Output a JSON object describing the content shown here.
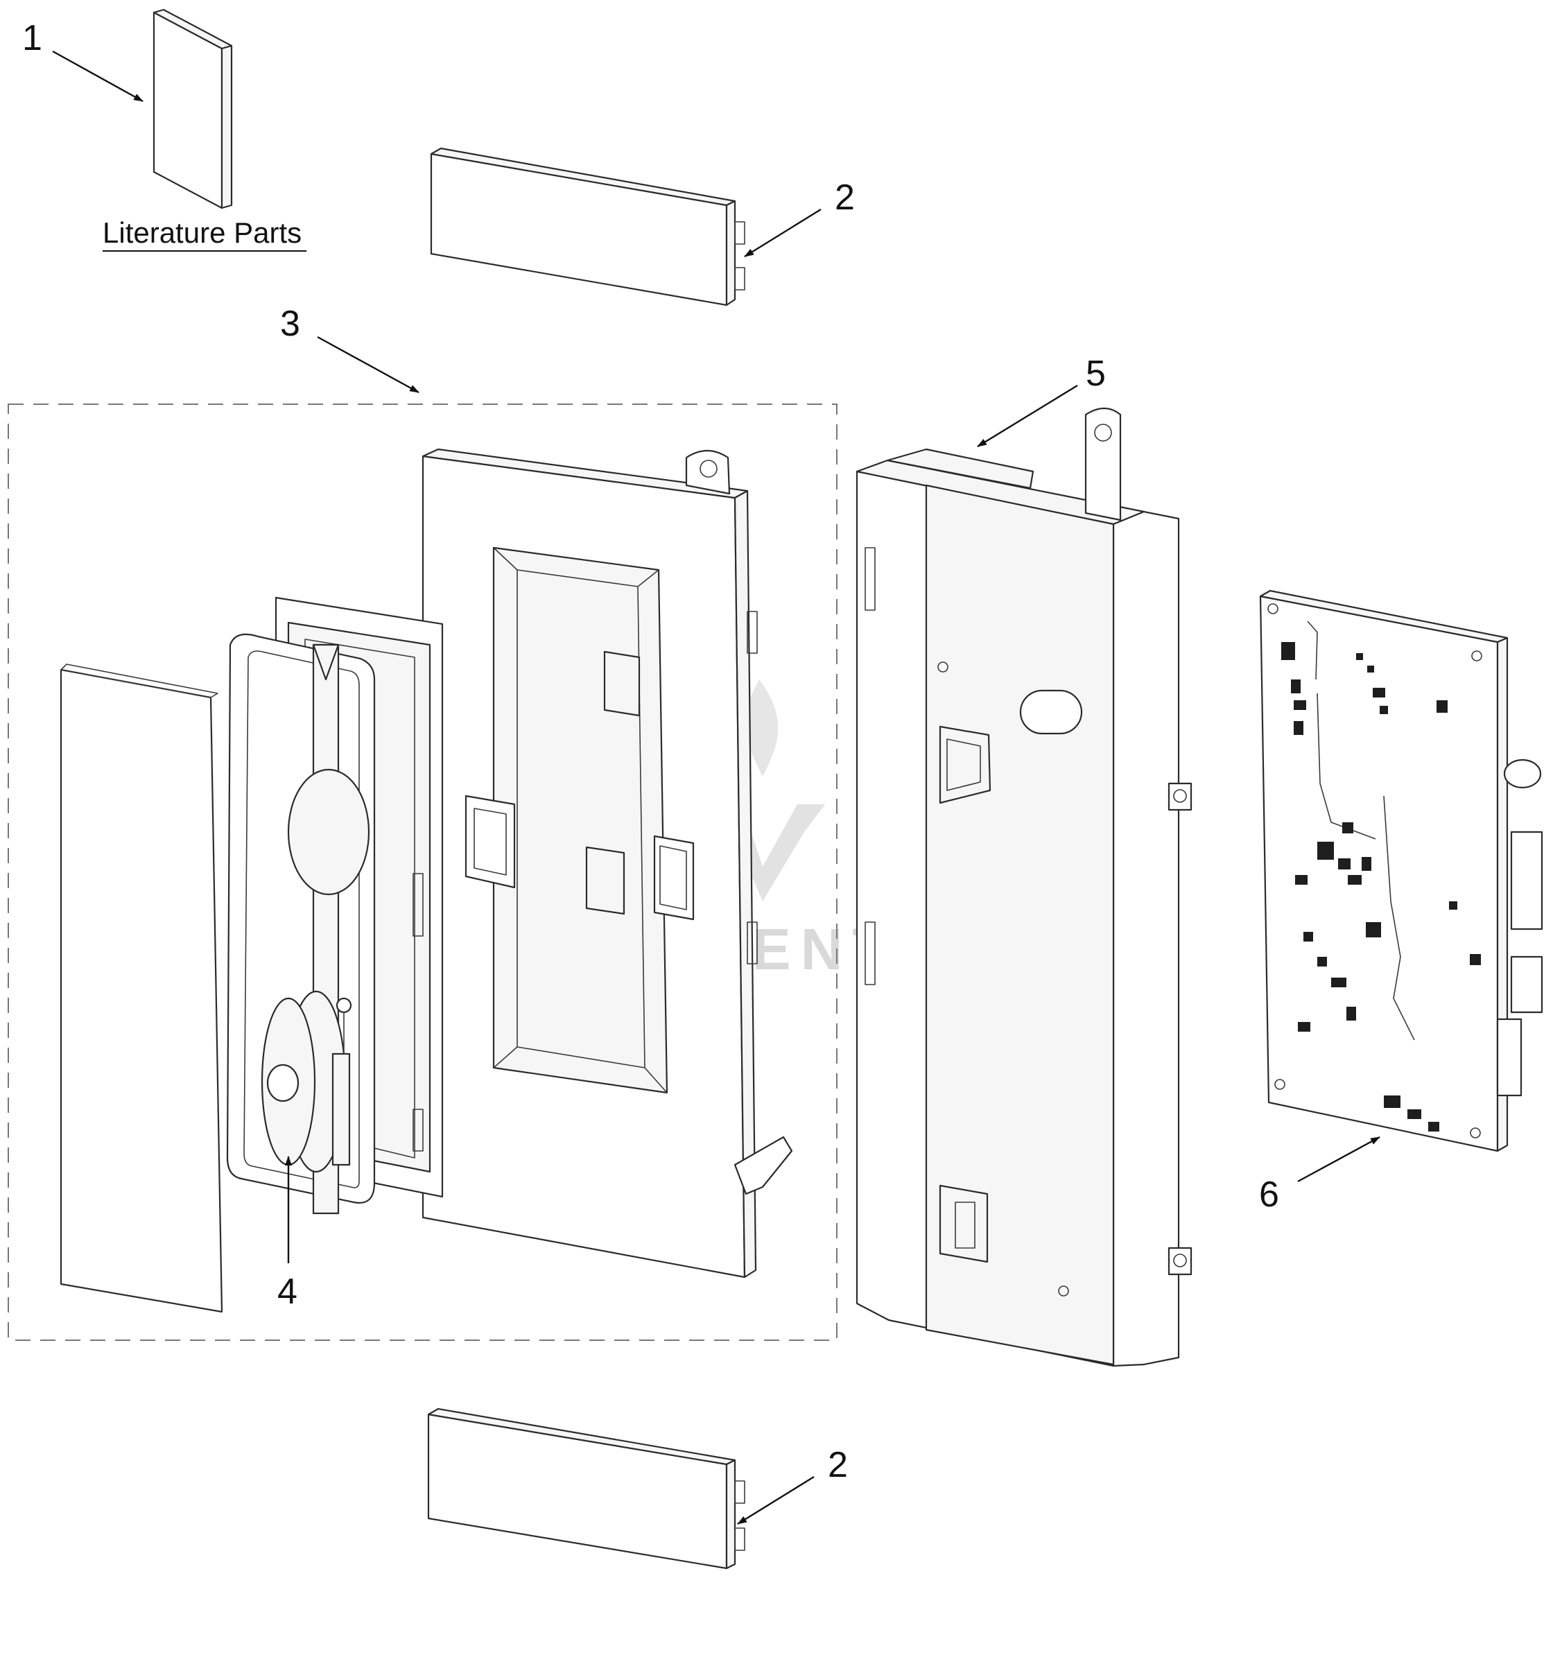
{
  "callouts": [
    {
      "id": "1",
      "label": "1"
    },
    {
      "id": "2a",
      "label": "2"
    },
    {
      "id": "3",
      "label": "3"
    },
    {
      "id": "4",
      "label": "4"
    },
    {
      "id": "5",
      "label": "5"
    },
    {
      "id": "6",
      "label": "6"
    },
    {
      "id": "2b",
      "label": "2"
    }
  ],
  "literature": {
    "label": "Literature Parts"
  },
  "watermark": {
    "text": "LEADVENTURE"
  },
  "colors": {
    "line": "#2b2b2b",
    "watermark": "#d9d9d9",
    "background": "#ffffff"
  }
}
